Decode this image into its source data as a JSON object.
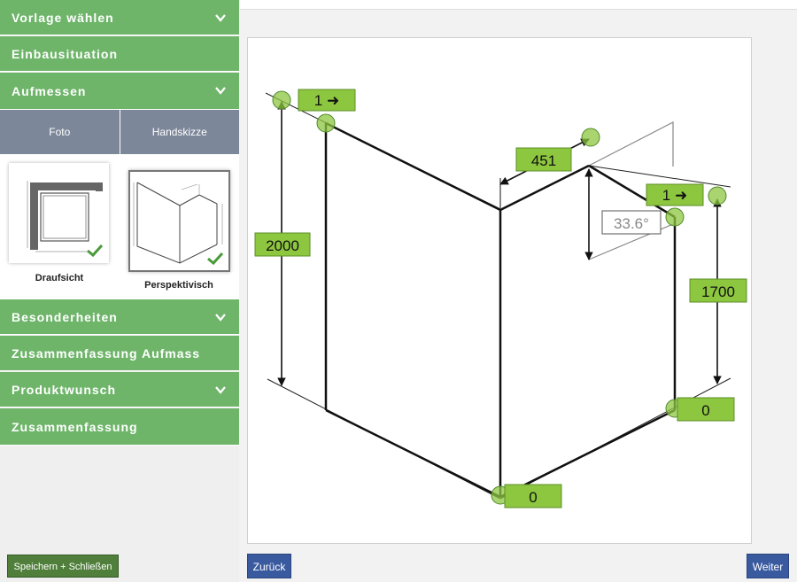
{
  "sidebar": {
    "sections": [
      {
        "label": "Vorlage wählen"
      },
      {
        "label": "Einbausituation"
      },
      {
        "label": "Aufmessen"
      },
      {
        "label": "Besonderheiten"
      },
      {
        "label": "Zusammenfassung Aufmass"
      },
      {
        "label": "Produktwunsch"
      },
      {
        "label": "Zusammenfassung"
      }
    ],
    "tabs": [
      {
        "label": "Foto"
      },
      {
        "label": "Handskizze"
      }
    ],
    "views": [
      {
        "label": "Draufsicht",
        "selected": false,
        "checked": true
      },
      {
        "label": "Perspektivisch",
        "selected": true,
        "checked": true
      }
    ],
    "save_label": "Speichern + Schließen"
  },
  "drawing": {
    "height_left": "2000",
    "width_top": "451",
    "angle": "33.6°",
    "height_right": "1700",
    "marker_left_top": "1 ➜",
    "marker_right_top": "1 ➜",
    "bottom_center": "0",
    "bottom_right": "0"
  },
  "nav": {
    "back_label": "Zurück",
    "next_label": "Weiter"
  },
  "colors": {
    "accent_green": "#6eb56a",
    "label_green": "#8dc63f",
    "tab_grey": "#7d879a",
    "nav_blue": "#3a5aa0",
    "save_green": "#4f7f3a"
  }
}
